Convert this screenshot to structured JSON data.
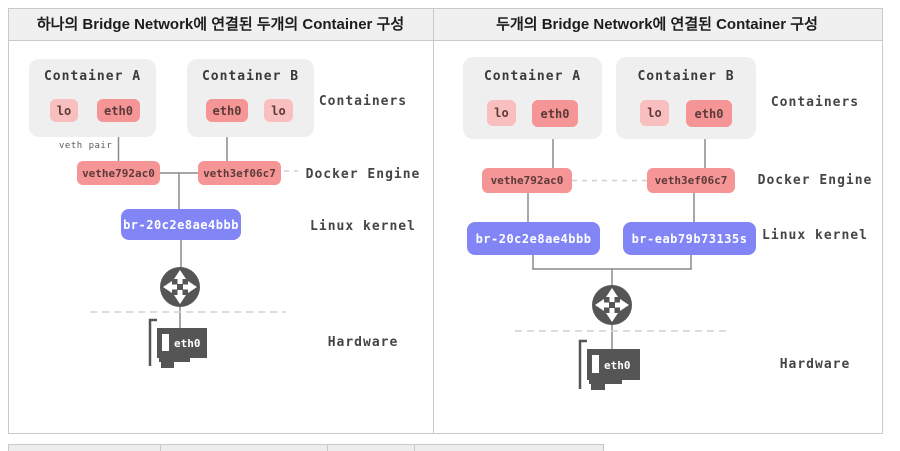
{
  "headers": {
    "left": "하나의 Bridge Network에 연결된 두개의 Container 구성",
    "right": "두개의 Bridge Network에 연결된 Container 구성"
  },
  "left_panel": {
    "container_a": {
      "title": "Container A",
      "if1": "lo",
      "if2": "eth0"
    },
    "container_b": {
      "title": "Container B",
      "if1": "eth0",
      "if2": "lo"
    },
    "veth_pair_label": "veth pair",
    "veth_a": "vethe792ac0",
    "veth_b": "veth3ef06c7",
    "bridge": "br-20c2e8ae4bbb",
    "nic_label": "eth0",
    "labels": [
      "Containers",
      "Docker Engine",
      "Linux kernel",
      "Hardware"
    ]
  },
  "right_panel": {
    "container_a": {
      "title": "Container A",
      "if1": "lo",
      "if2": "eth0"
    },
    "container_b": {
      "title": "Container B",
      "if1": "lo",
      "if2": "eth0"
    },
    "veth_a": "vethe792ac0",
    "veth_b": "veth3ef06c7",
    "bridge_a": "br-20c2e8ae4bbb",
    "bridge_b": "br-eab79b73135s",
    "nic_label": "eth0",
    "labels": [
      "Containers",
      "Docker Engine",
      "Linux kernel",
      "Hardware"
    ]
  },
  "colors": {
    "header_bg": "#f0f0f0",
    "table_border": "#c9c9c9",
    "container_bg": "#efefef",
    "iface_lo_bg": "#f9bebe",
    "iface_eth_bg": "#f59595",
    "iface_text": "#5c3a3a",
    "bridge_bg": "#8185f6",
    "bridge_text": "#ffffff",
    "wire": "#8a8a8a",
    "dashed": "#d2d2d2",
    "icon_dark": "#555555",
    "label_text": "#454545"
  }
}
